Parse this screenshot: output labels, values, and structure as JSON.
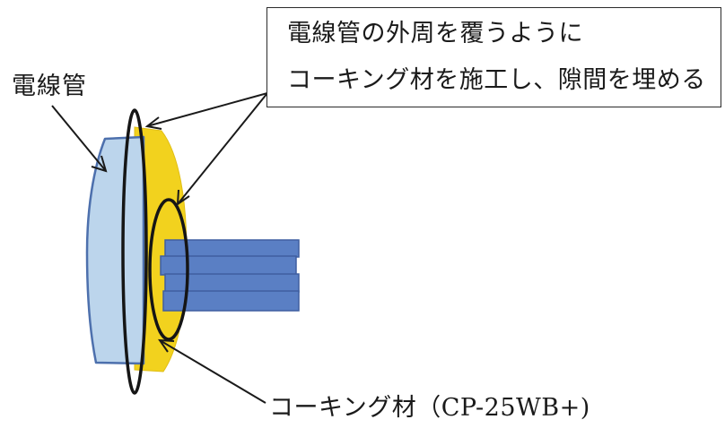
{
  "callout": {
    "line1": "電線管の外周を覆うように",
    "line2": "コーキング材を施工し、隙間を埋める"
  },
  "labels": {
    "conduit": "電線管",
    "caulking": "コーキング材（CP-25WB+)"
  },
  "colors": {
    "conduit_fill": "#bcd5ec",
    "conduit_stroke": "#4d70ad",
    "caulk_fill": "#f2d21e",
    "cable_fill": "#5a7fc4",
    "cable_stroke": "#3f5fa0",
    "ring_stroke": "#151515",
    "arrow_stroke": "#1a1a1a"
  }
}
